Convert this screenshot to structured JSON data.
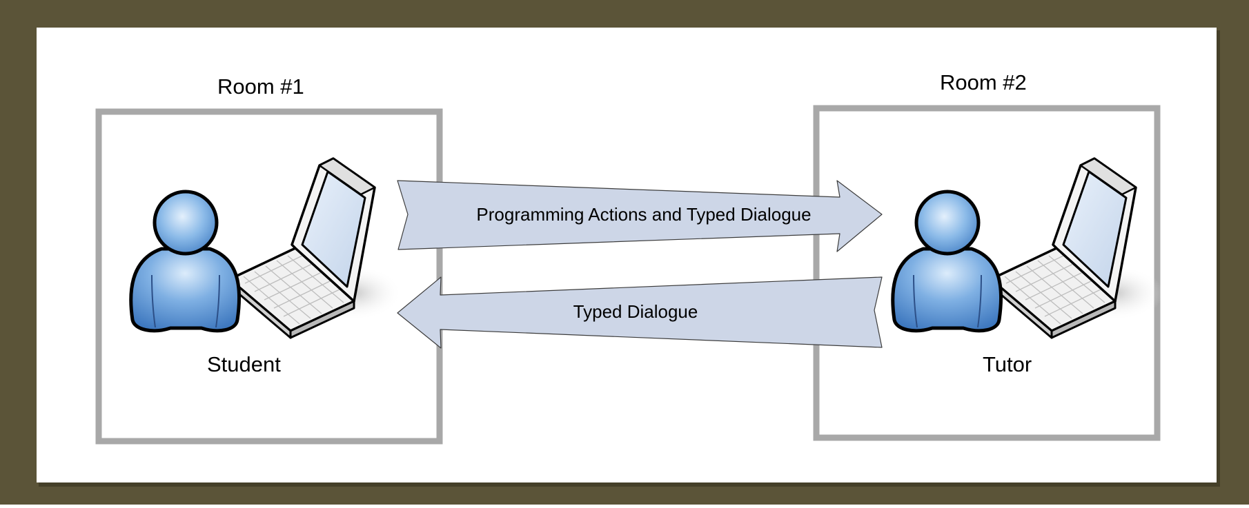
{
  "diagram": {
    "rooms": [
      {
        "title": "Room #1",
        "occupant": "Student"
      },
      {
        "title": "Room #2",
        "occupant": "Tutor"
      }
    ],
    "arrows": [
      {
        "label": "Programming Actions and Typed Dialogue",
        "direction": "right"
      },
      {
        "label": "Typed Dialogue",
        "direction": "left"
      }
    ]
  },
  "colors": {
    "frame": "#5b5438",
    "room_border": "#a8a8a8",
    "arrow_fill": "#cdd6e7",
    "person": "#5b93cf"
  }
}
